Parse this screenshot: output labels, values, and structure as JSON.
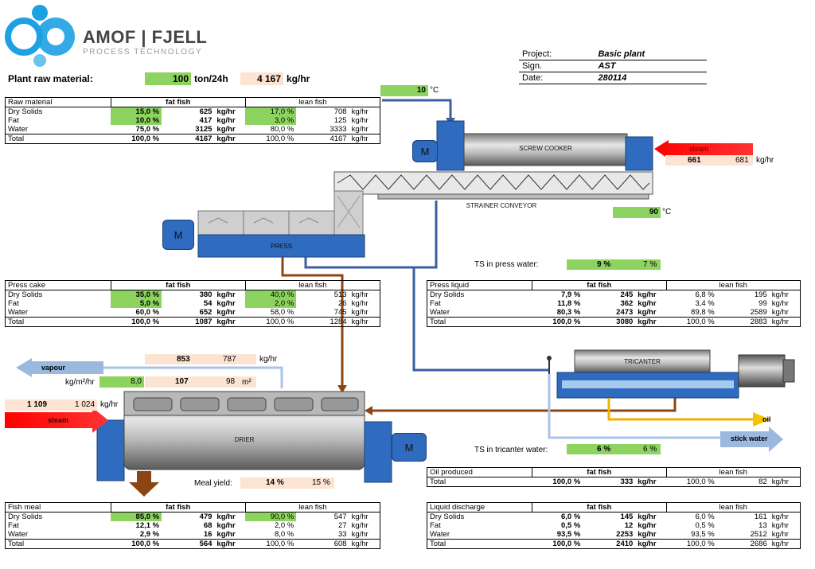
{
  "logo": {
    "brand": "AMOF | FJELL",
    "tagline": "PROCESS TECHNOLOGY"
  },
  "project": {
    "rows": [
      {
        "label": "Project:",
        "value": "Basic plant"
      },
      {
        "label": "Sign.",
        "value": "AST"
      },
      {
        "label": "Date:",
        "value": "280114"
      }
    ]
  },
  "raw": {
    "label": "Plant raw material:",
    "ton": "100",
    "ton_unit": "ton/24h",
    "kg": "4 167",
    "kg_unit": "kg/hr"
  },
  "temps": {
    "intake": "10",
    "intake_unit": "°C",
    "strainer": "90",
    "strainer_unit": "°C"
  },
  "steam_cooker": {
    "label": "steam",
    "fat": "661",
    "lean": "681",
    "unit": "kg/hr"
  },
  "machines": {
    "cooker": "SCREW COOKER",
    "strainer": "STRAINER CONVEYOR",
    "press": "PRESS",
    "tricanter": "TRICANTER",
    "drier": "DRIER",
    "motor": "M"
  },
  "ts_press": {
    "label": "TS in press water:",
    "fat": "9 %",
    "lean": "7 %"
  },
  "ts_tricanter": {
    "label": "TS in tricanter water:",
    "fat": "6 %",
    "lean": "6 %"
  },
  "vapour": {
    "label": "vapour",
    "fat": "853",
    "lean": "787",
    "unit": "kg/hr"
  },
  "drier_area": {
    "unit1": "kg/m²/hr",
    "rate": "8,0",
    "area_fat": "107",
    "area_lean": "98",
    "unit2": "m²"
  },
  "steam_drier": {
    "label": "steam",
    "fat": "1 109",
    "lean": "1 024",
    "unit": "kg/hr"
  },
  "meal_yield": {
    "label": "Meal yield:",
    "fat": "14 %",
    "lean": "15 %"
  },
  "outputs": {
    "oil": "oil",
    "stickwater": "stick water"
  },
  "tables": {
    "raw_material": {
      "title": "Raw material",
      "h_fat": "fat fish",
      "h_lean": "lean fish",
      "rows": [
        {
          "name": "Dry Solids",
          "fp": "15,0 %",
          "fk": "625",
          "lp": "17,0 %",
          "lk": "708"
        },
        {
          "name": "Fat",
          "fp": "10,0 %",
          "fk": "417",
          "lp": "3,0 %",
          "lk": "125"
        },
        {
          "name": "Water",
          "fp": "75,0 %",
          "fk": "3125",
          "lp": "80,0 %",
          "lk": "3333"
        },
        {
          "name": "Total",
          "fp": "100,0 %",
          "fk": "4167",
          "lp": "100,0 %",
          "lk": "4167"
        }
      ]
    },
    "press_cake": {
      "title": "Press cake",
      "h_fat": "fat fish",
      "h_lean": "lean fish",
      "rows": [
        {
          "name": "Dry Solids",
          "fp": "35,0 %",
          "fk": "380",
          "lp": "40,0 %",
          "lk": "513"
        },
        {
          "name": "Fat",
          "fp": "5,0 %",
          "fk": "54",
          "lp": "2,0 %",
          "lk": "26"
        },
        {
          "name": "Water",
          "fp": "60,0 %",
          "fk": "652",
          "lp": "58,0 %",
          "lk": "745"
        },
        {
          "name": "Total",
          "fp": "100,0 %",
          "fk": "1087",
          "lp": "100,0 %",
          "lk": "1284"
        }
      ]
    },
    "press_liquid": {
      "title": "Press liquid",
      "h_fat": "fat fish",
      "h_lean": "lean fish",
      "rows": [
        {
          "name": "Dry Solids",
          "fp": "7,9 %",
          "fk": "245",
          "lp": "6,8 %",
          "lk": "195"
        },
        {
          "name": "Fat",
          "fp": "11,8 %",
          "fk": "362",
          "lp": "3,4 %",
          "lk": "99"
        },
        {
          "name": "Water",
          "fp": "80,3 %",
          "fk": "2473",
          "lp": "89,8 %",
          "lk": "2589"
        },
        {
          "name": "Total",
          "fp": "100,0 %",
          "fk": "3080",
          "lp": "100,0 %",
          "lk": "2883"
        }
      ]
    },
    "oil_produced": {
      "title": "Oil produced",
      "h_fat": "fat fish",
      "h_lean": "lean fish",
      "rows": [
        {
          "name": "Total",
          "fp": "100,0 %",
          "fk": "333",
          "lp": "100,0 %",
          "lk": "82"
        }
      ]
    },
    "fish_meal": {
      "title": "Fish meal",
      "h_fat": "fat fish",
      "h_lean": "lean fish",
      "rows": [
        {
          "name": "Dry Solids",
          "fp": "85,0 %",
          "fk": "479",
          "lp": "90,0 %",
          "lk": "547"
        },
        {
          "name": "Fat",
          "fp": "12,1 %",
          "fk": "68",
          "lp": "2,0 %",
          "lk": "27"
        },
        {
          "name": "Water",
          "fp": "2,9 %",
          "fk": "16",
          "lp": "8,0 %",
          "lk": "33"
        },
        {
          "name": "Total",
          "fp": "100,0 %",
          "fk": "564",
          "lp": "100,0 %",
          "lk": "608"
        }
      ]
    },
    "liquid_discharge": {
      "title": "Liquid discharge",
      "h_fat": "fat fish",
      "h_lean": "lean fish",
      "rows": [
        {
          "name": "Dry Solids",
          "fp": "6,0 %",
          "fk": "145",
          "lp": "6,0 %",
          "lk": "161"
        },
        {
          "name": "Fat",
          "fp": "0,5 %",
          "fk": "12",
          "lp": "0,5 %",
          "lk": "13"
        },
        {
          "name": "Water",
          "fp": "93,5 %",
          "fk": "2253",
          "lp": "93,5 %",
          "lk": "2512"
        },
        {
          "name": "Total",
          "fp": "100,0 %",
          "fk": "2410",
          "lp": "100,0 %",
          "lk": "2686"
        }
      ]
    }
  },
  "unit_kg": "kg/hr"
}
